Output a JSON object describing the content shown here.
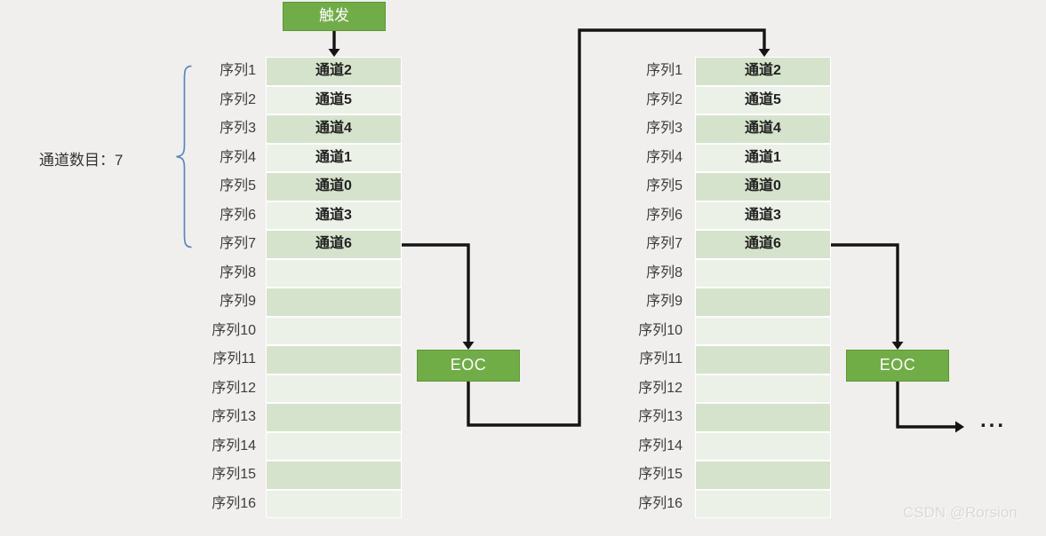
{
  "colors": {
    "background": "#f0efee",
    "box_green": "#70ad47",
    "box_green_border": "#5e9638",
    "band_dark": "#d6e3cc",
    "band_light": "#ecf1e8",
    "cell_border": "#ffffff",
    "arrow": "#141414",
    "brace": "#5b87bd",
    "label_text": "#3d3d3d",
    "channel_text": "#222222",
    "watermark_text": "#d9d9d9"
  },
  "trigger": {
    "label": "触发"
  },
  "channel_count": {
    "label": "通道数目：7"
  },
  "eoc_first": {
    "label": "EOC"
  },
  "eoc_second": {
    "label": "EOC"
  },
  "ellipsis": "...",
  "watermark": "CSDN @Rorsion",
  "tables": [
    {
      "name": "first-scan-round",
      "rows": [
        {
          "seq": "序列1",
          "channel": "通道2"
        },
        {
          "seq": "序列2",
          "channel": "通道5"
        },
        {
          "seq": "序列3",
          "channel": "通道4"
        },
        {
          "seq": "序列4",
          "channel": "通道1"
        },
        {
          "seq": "序列5",
          "channel": "通道0"
        },
        {
          "seq": "序列6",
          "channel": "通道3"
        },
        {
          "seq": "序列7",
          "channel": "通道6"
        },
        {
          "seq": "序列8",
          "channel": ""
        },
        {
          "seq": "序列9",
          "channel": ""
        },
        {
          "seq": "序列10",
          "channel": ""
        },
        {
          "seq": "序列11",
          "channel": ""
        },
        {
          "seq": "序列12",
          "channel": ""
        },
        {
          "seq": "序列13",
          "channel": ""
        },
        {
          "seq": "序列14",
          "channel": ""
        },
        {
          "seq": "序列15",
          "channel": ""
        },
        {
          "seq": "序列16",
          "channel": ""
        }
      ]
    },
    {
      "name": "second-scan-round",
      "rows": [
        {
          "seq": "序列1",
          "channel": "通道2"
        },
        {
          "seq": "序列2",
          "channel": "通道5"
        },
        {
          "seq": "序列3",
          "channel": "通道4"
        },
        {
          "seq": "序列4",
          "channel": "通道1"
        },
        {
          "seq": "序列5",
          "channel": "通道0"
        },
        {
          "seq": "序列6",
          "channel": "通道3"
        },
        {
          "seq": "序列7",
          "channel": "通道6"
        },
        {
          "seq": "序列8",
          "channel": ""
        },
        {
          "seq": "序列9",
          "channel": ""
        },
        {
          "seq": "序列10",
          "channel": ""
        },
        {
          "seq": "序列11",
          "channel": ""
        },
        {
          "seq": "序列12",
          "channel": ""
        },
        {
          "seq": "序列13",
          "channel": ""
        },
        {
          "seq": "序列14",
          "channel": ""
        },
        {
          "seq": "序列15",
          "channel": ""
        },
        {
          "seq": "序列16",
          "channel": ""
        }
      ]
    }
  ]
}
